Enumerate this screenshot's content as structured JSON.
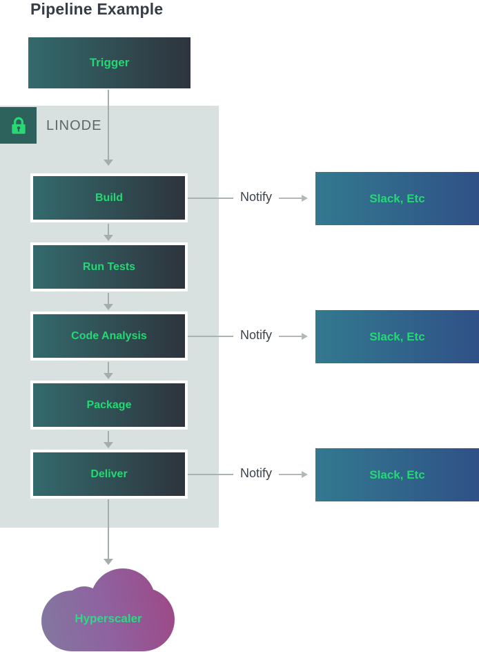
{
  "page": {
    "title": "Pipeline Example"
  },
  "container": {
    "label": "LINODE",
    "icon": "lock-icon"
  },
  "nodes": {
    "trigger": "Trigger",
    "steps": [
      "Build",
      "Run Tests",
      "Code Analysis",
      "Package",
      "Deliver"
    ],
    "notify_label": "Notify",
    "notification_target": "Slack, Etc",
    "cloud": "Hyperscaler"
  },
  "colors": {
    "accent_green": "#23d973",
    "step_gradient_start": "#336a6c",
    "step_gradient_end": "#2e343d",
    "slack_gradient_start": "#33798f",
    "slack_gradient_end": "#2f5187",
    "cloud_gradient_start": "#8278a0",
    "cloud_gradient_end": "#9c4a87",
    "container_bg": "#d9e1e0",
    "lock_badge_bg": "#2d615c",
    "title_color": "#363d47",
    "arrow_gray": "#a3aeac"
  }
}
